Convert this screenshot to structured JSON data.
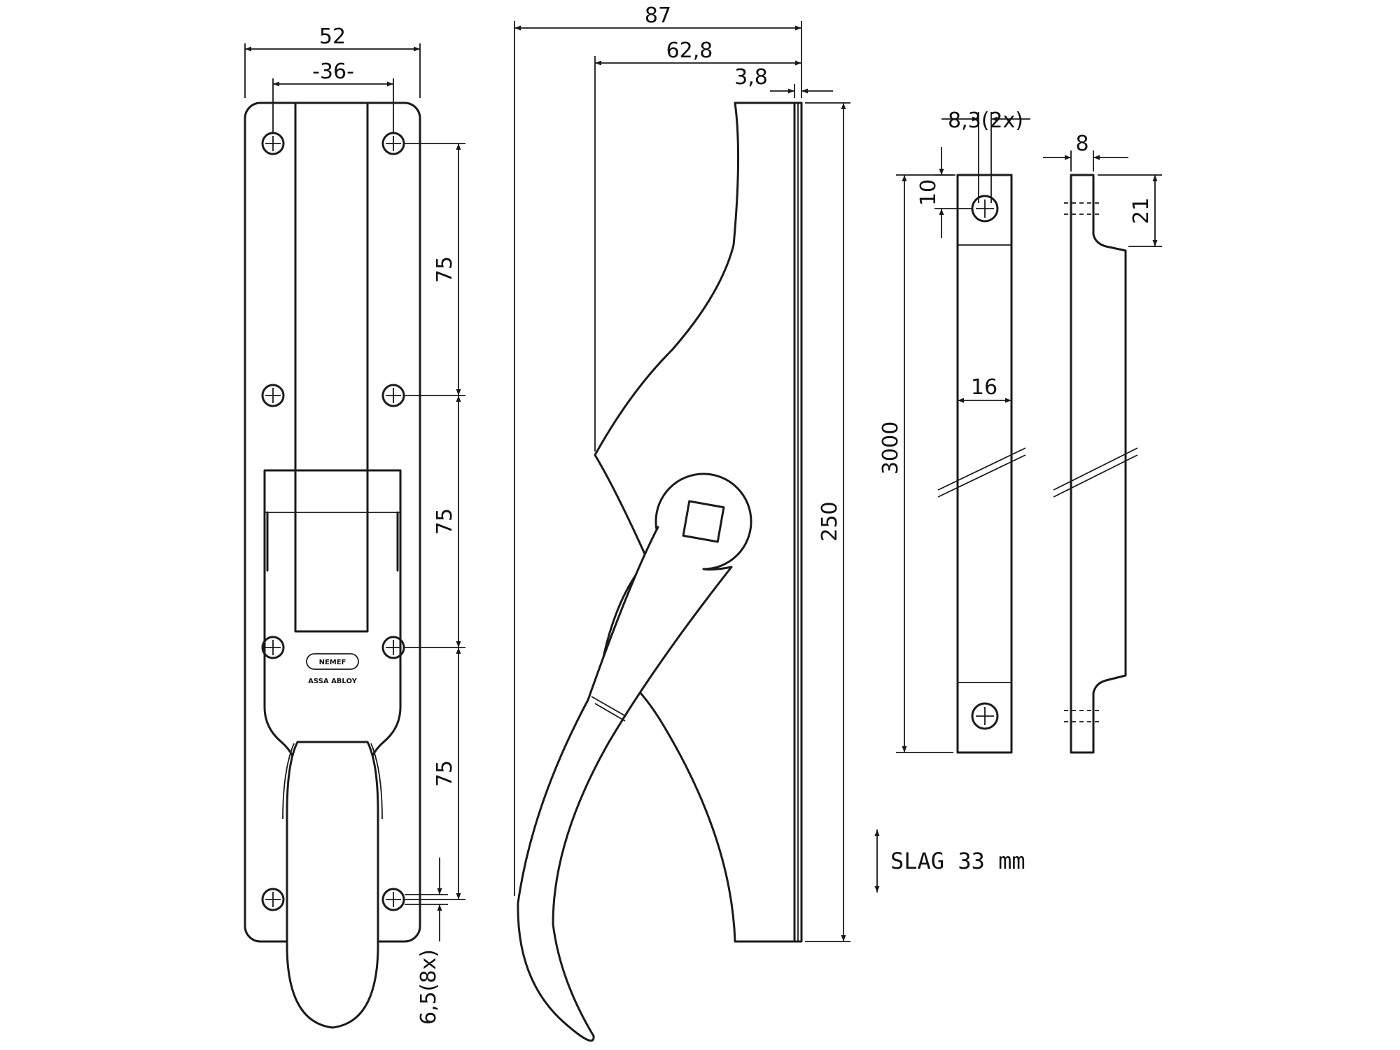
{
  "colors": {
    "line": "#1a1a1a",
    "background": "#ffffff"
  },
  "front_view": {
    "width": "52",
    "hole_spacing": "-36-",
    "pitch_top": "75",
    "pitch_middle": "75",
    "pitch_bottom": "75",
    "hole_diameter": "6,5(8x)",
    "logo_brand": "NEMEF",
    "logo_sub": "ASSA ABLOY"
  },
  "side_view": {
    "overall_depth": "87",
    "handle_depth": "62,8",
    "plate_thickness": "3,8",
    "height": "250"
  },
  "rod_front_view": {
    "hole_diameter": "8,3(2x)",
    "hole_offset": "10",
    "width": "16",
    "length": "3000"
  },
  "rod_side_view": {
    "thickness": "8",
    "end_length": "21"
  },
  "stroke_note": "SLAG 33 mm"
}
